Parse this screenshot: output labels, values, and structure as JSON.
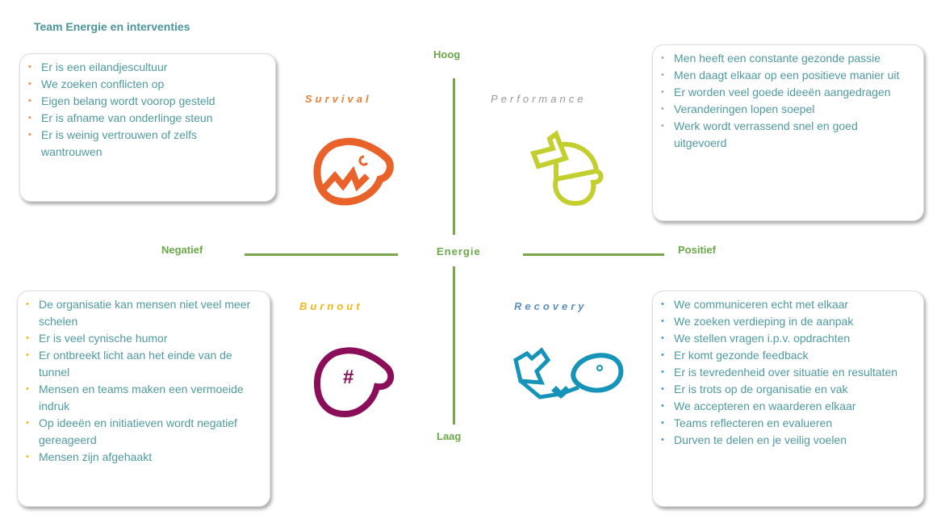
{
  "title": "Team Energie en interventies",
  "axes": {
    "top": "Hoog",
    "bottom": "Laag",
    "left": "Negatief",
    "right": "Positief",
    "center": "Energie"
  },
  "quadrants": {
    "survival": {
      "label": "Survival",
      "color": "#e8622a",
      "items": [
        "Er is een eilandjescultuur",
        "We zoeken  conflicten op",
        "Eigen belang wordt voorop  gesteld",
        "Er is afname van onderlinge  steun",
        "Er is weinig vertrouwen  of zelfs wantrouwen"
      ]
    },
    "performance": {
      "label": "Performance",
      "color": "#c3cf2e",
      "items": [
        "Men heeft een constante gezonde passie",
        "Men daagt elkaar op een positieve manier uit",
        "Er worden veel goede ideeën aangedragen",
        "Veranderingen lopen soepel",
        "Werk wordt  verrassend snel en goed uitgevoerd"
      ]
    },
    "burnout": {
      "label": "Burnout",
      "color": "#8a0e5a",
      "items": [
        "De organisatie kan mensen niet veel meer schelen",
        "Er is veel cynische humor",
        "Er ontbreekt  licht aan het einde van de tunnel",
        "Mensen en teams maken een vermoeide indruk",
        "Op ideeën en initiatieven wordt negatief gereageerd",
        "Mensen zijn afgehaakt"
      ]
    },
    "recovery": {
      "label": "Recovery",
      "color": "#1593b8",
      "items": [
        "We communiceren  echt met elkaar",
        "We zoeken  verdieping in de aanpak",
        "We stellen vragen i.p.v. opdrachten",
        "Er komt gezonde feedback",
        "Er is tevredenheid over situatie en resultaten",
        "Er is trots op de organisatie en vak",
        "We accepteren en waarderen elkaar",
        "Teams reflecteren en evalueren",
        "Durven te delen en je veilig voelen"
      ]
    }
  }
}
